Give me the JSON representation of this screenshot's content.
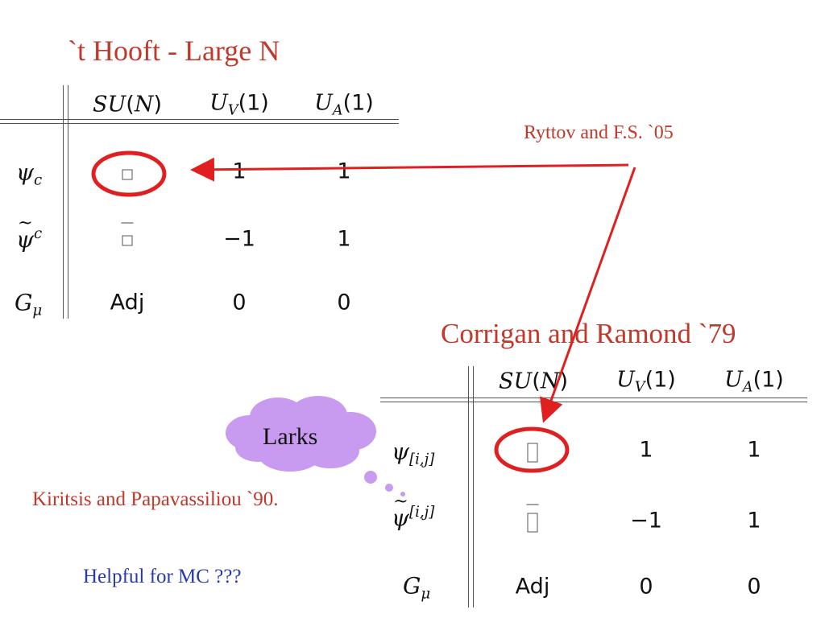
{
  "titles": {
    "main": "`t Hooft - Large N",
    "ryttov": "Ryttov and F.S. `05",
    "corrigan": "Corrigan and Ramond `79",
    "kiritsis": "Kiritsis and Papavassiliou `90.",
    "helpful": "Helpful for MC ???",
    "larks": "Larks"
  },
  "table": {
    "col_headers": [
      {
        "base": "SU",
        "paren_open": "(",
        "arg": "N",
        "paren_close": ")"
      },
      {
        "base": "U",
        "sub": "V",
        "paren": "(1)"
      },
      {
        "base": "U",
        "sub": "A",
        "paren": "(1)"
      }
    ],
    "row_labels": [
      {
        "sym": "ψ",
        "sub": "c"
      },
      {
        "sym": "ψ",
        "sup": "c"
      },
      {
        "sym": "G",
        "sub": "μ"
      }
    ],
    "rows": [
      {
        "su": "",
        "uv": "1",
        "ua": "1"
      },
      {
        "su": "",
        "uv": "−1",
        "ua": "1"
      },
      {
        "su": "Adj",
        "uv": "0",
        "ua": "0"
      }
    ]
  },
  "table2": {
    "row_labels": [
      {
        "sym": "ψ",
        "sub": "[i,j]"
      },
      {
        "sym": "ψ",
        "sup": "[i,j]"
      },
      {
        "sym": "G",
        "sub": "μ"
      }
    ],
    "rows": [
      {
        "su": "",
        "uv": "1",
        "ua": "1"
      },
      {
        "su": "",
        "uv": "−1",
        "ua": "1"
      },
      {
        "su": "Adj",
        "uv": "0",
        "ua": "0"
      }
    ]
  },
  "colors": {
    "title": "#c0392b",
    "annotation_red": "#e02020",
    "helpful_blue": "#2a3aa8",
    "cloud": "#c89af0"
  }
}
